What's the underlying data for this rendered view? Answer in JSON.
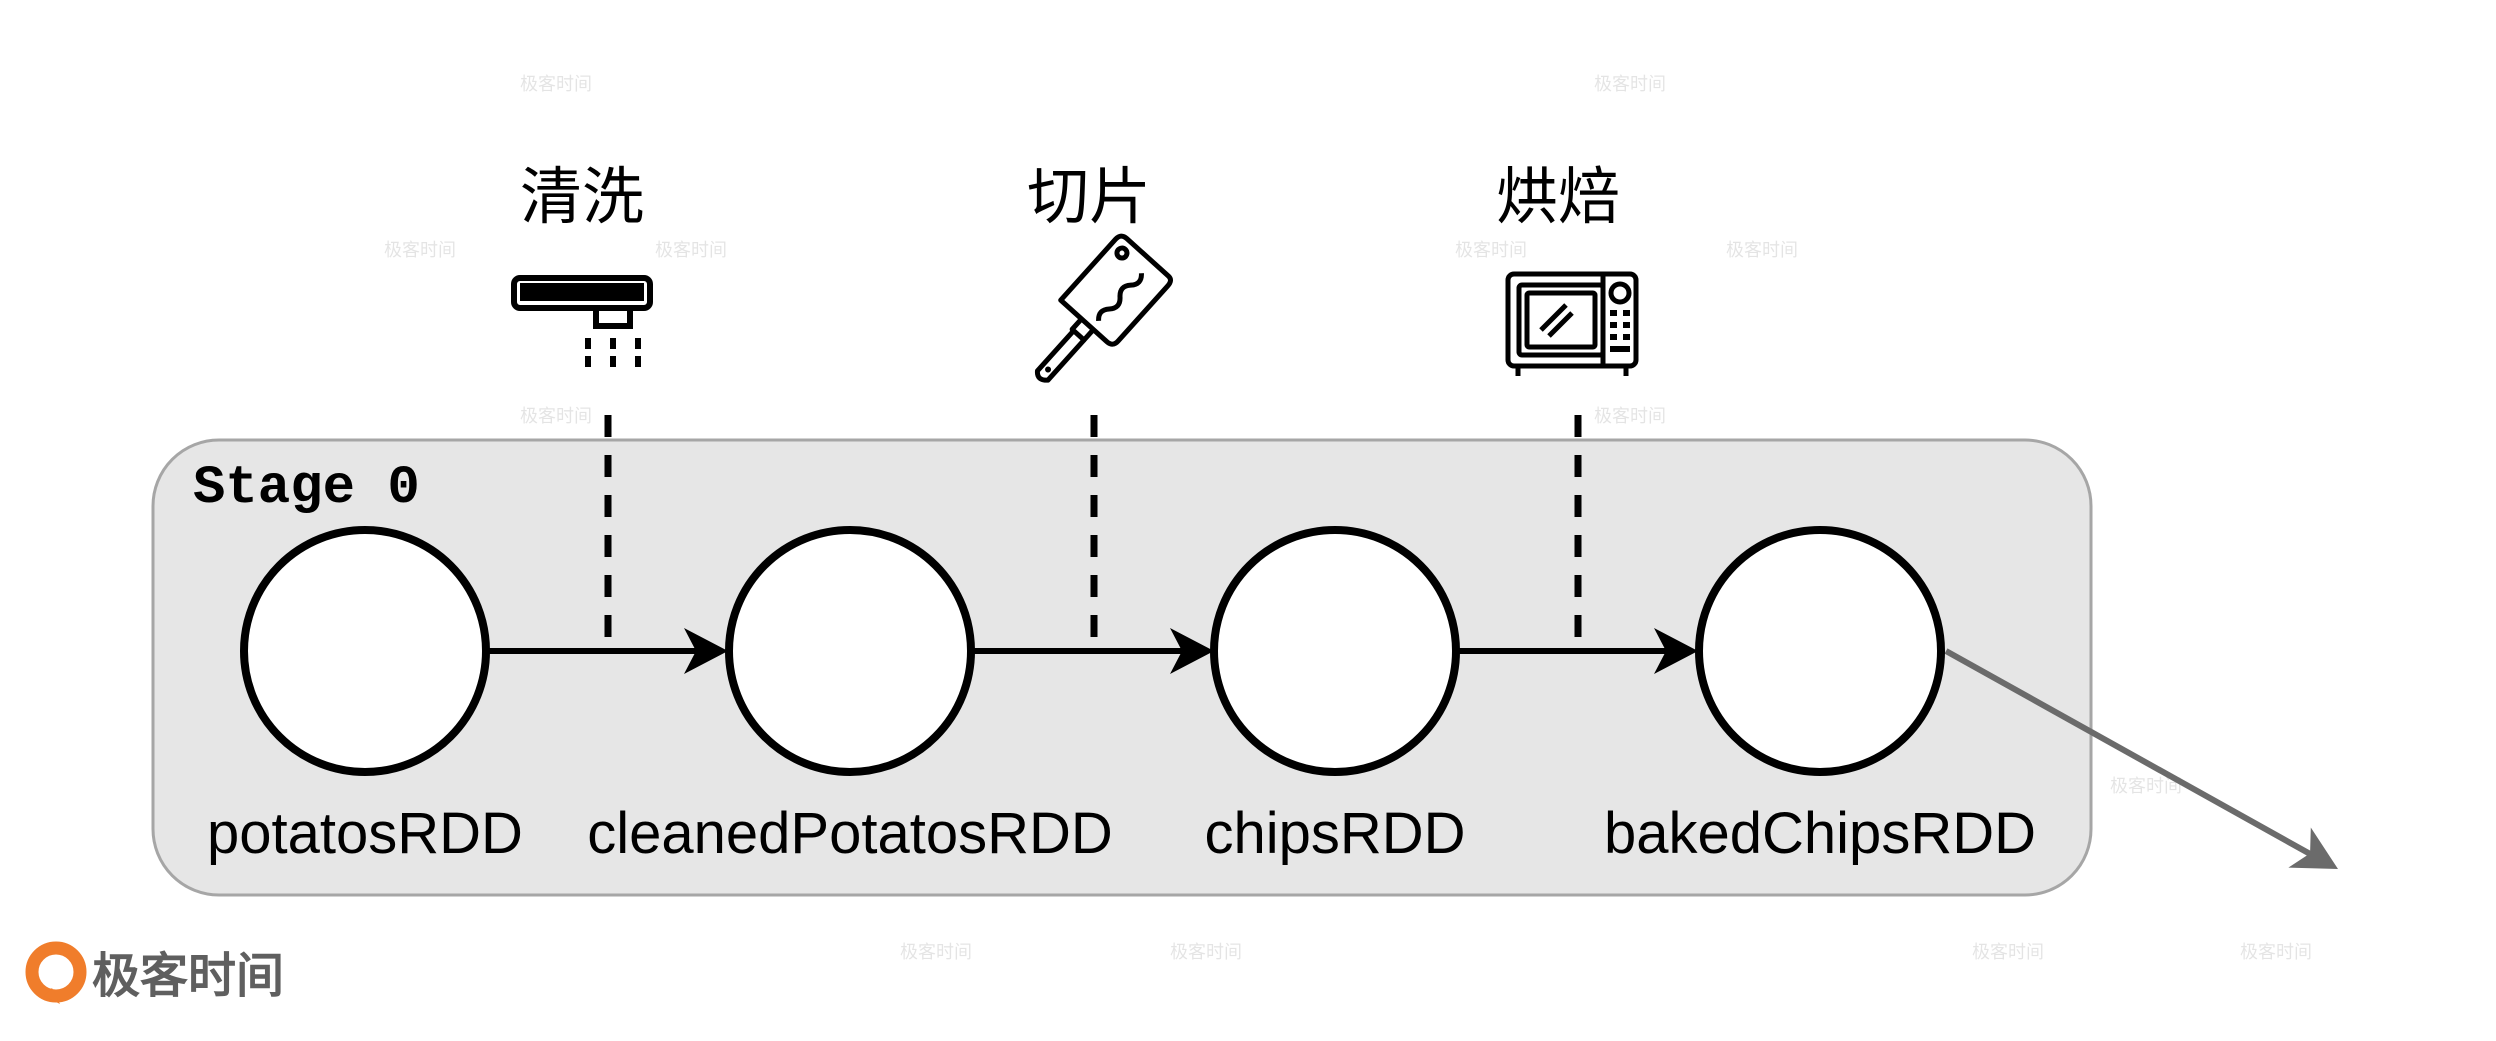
{
  "stage": {
    "label": "Stage 0"
  },
  "steps": [
    {
      "label": "清洗",
      "icon": "faucet-icon"
    },
    {
      "label": "切片",
      "icon": "cleaver-knife-icon"
    },
    {
      "label": "烘焙",
      "icon": "microwave-oven-icon"
    }
  ],
  "nodes": [
    {
      "label": "potatosRDD"
    },
    {
      "label": "cleanedPotatosRDD"
    },
    {
      "label": "chipsRDD"
    },
    {
      "label": "bakedChipsRDD"
    }
  ],
  "colors": {
    "stage_fill": "#e6e6e6",
    "stage_stroke": "#a6a6a6",
    "edge": "#000000",
    "outgoing_edge": "#6b6b6b",
    "logo_accent": "#f07d2b",
    "logo_text": "#5f5f5f"
  },
  "logo": {
    "text": "极客时间"
  },
  "watermark": "极客时间"
}
